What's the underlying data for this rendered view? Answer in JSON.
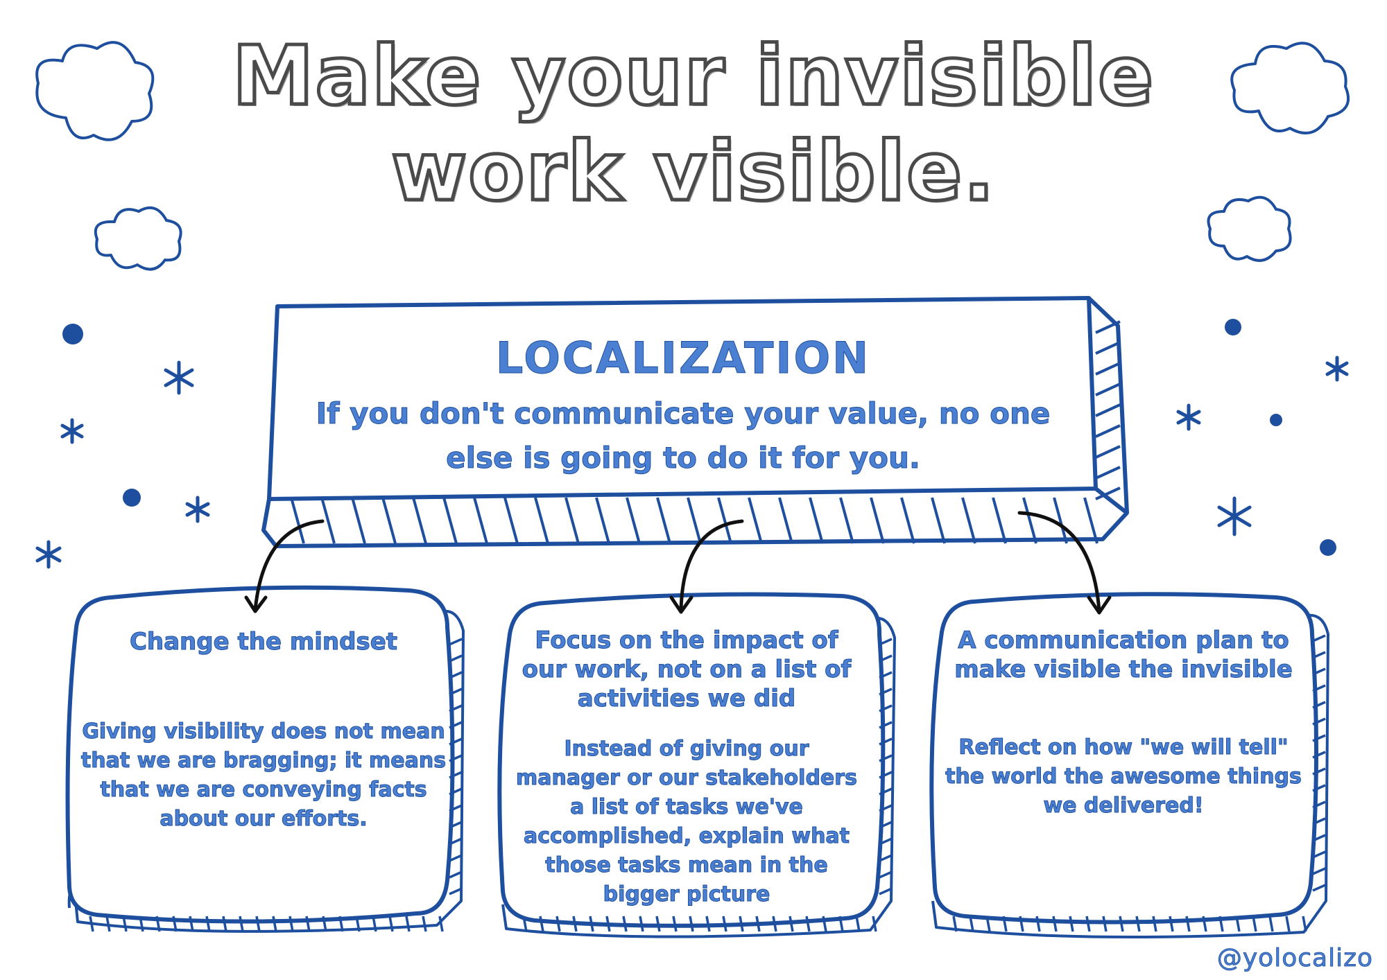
{
  "title": {
    "line1": "Make your invisible",
    "line2": "work visible."
  },
  "main_box": {
    "heading": "LOCALIZATION",
    "subtitle": "If you don't communicate your value, no one else is going to do it for you."
  },
  "boxes": [
    {
      "title": "Change the mindset",
      "body": "Giving visibility does not mean that we are bragging; it means that we are conveying facts about our efforts."
    },
    {
      "title": "Focus on the impact of our work, not on a list of activities we did",
      "body": "Instead of giving our manager or our stakeholders a list of tasks we've accomplished, explain what those tasks mean in the bigger picture"
    },
    {
      "title": "A communication plan to make visible the invisible",
      "body": "Reflect on how \"we will tell\" the world the awesome things we delivered!"
    }
  ],
  "handle": "@yolocalizo",
  "colors": {
    "outline": "#1e4f9e",
    "text_fill": "#4a7fd1",
    "title_outline": "#4a4a4a",
    "arrow": "#111111"
  },
  "icons": [
    "cloud-icon",
    "star-icon",
    "dot-icon",
    "arrow-icon"
  ]
}
